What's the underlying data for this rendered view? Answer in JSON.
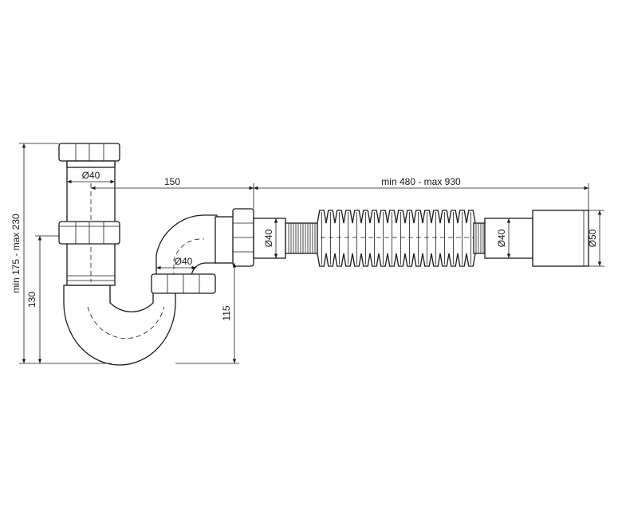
{
  "diagram": {
    "labels": {
      "overall_height": "min 175 - max 230",
      "trap_height": "130",
      "outlet_height": "115",
      "inlet_diameter": "Ø40",
      "branch_diameter": "Ø40",
      "horizontal_offset": "150",
      "hose_length": "min 480 - max 930",
      "nut_outlet_diameter": "Ø40",
      "hose_end_diameter": "Ø40",
      "outlet_diameter": "Ø50"
    },
    "colors": {
      "line": "#1a1a1a",
      "background": "#ffffff"
    }
  }
}
